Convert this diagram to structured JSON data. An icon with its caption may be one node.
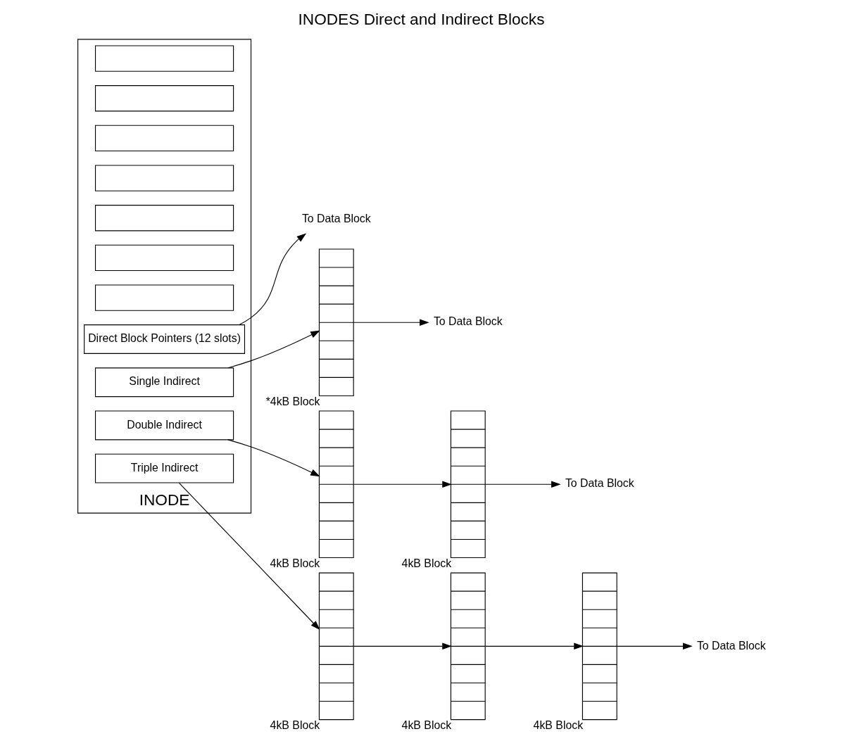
{
  "diagram": {
    "title": "INODES Direct and Indirect Blocks",
    "nodes": [
      {
        "text": [
          "INODE"
        ]
      },
      {
        "text": [],
        "shape": "box",
        "in": 0
      },
      {
        "text": [],
        "shape": "box",
        "in": 0
      },
      {
        "text": [],
        "shape": "box",
        "in": 0
      },
      {
        "text": [],
        "shape": "box",
        "in": 0
      },
      {
        "text": [],
        "shape": "box",
        "in": 0
      },
      {
        "text": [],
        "shape": "box",
        "in": 0
      },
      {
        "text": [],
        "shape": "box",
        "in": 0
      },
      {
        "text": [
          "Direct Block Pointers (12 slots)"
        ],
        "in": 0
      },
      {
        "text": [
          "Single Indirect"
        ],
        "in": 0
      },
      {
        "text": [
          "Double Indirect"
        ],
        "in": 0
      },
      {
        "text": [
          "Triple Indirect"
        ],
        "in": 0
      },
      {
        "text": [
          "To Data Block"
        ]
      },
      {
        "text": [],
        "shape": "box",
        "beside": [
          "*4kB Block"
        ]
      },
      {
        "text": [
          "To Data Block"
        ]
      },
      {
        "text": [],
        "shape": "box",
        "beside": [
          "4kB Block"
        ]
      },
      {
        "text": [],
        "shape": "box",
        "beside": [
          "4kB Block"
        ]
      },
      {
        "text": [
          "To Data Block"
        ]
      },
      {
        "text": [],
        "shape": "box",
        "beside": [
          "4kB Block"
        ]
      },
      {
        "text": [],
        "shape": "box",
        "beside": [
          "4kB Block"
        ]
      },
      {
        "text": [],
        "shape": "box",
        "beside": [
          "4kB Block"
        ]
      },
      {
        "text": [
          "To Data Block"
        ]
      }
    ],
    "edges": [
      {
        "from": 8,
        "to": 12,
        "arrow": "to"
      },
      {
        "from": 9,
        "to": 13,
        "arrow": "to"
      },
      {
        "from": 13,
        "to": 14,
        "arrow": "to"
      },
      {
        "from": 10,
        "to": 15,
        "arrow": "to"
      },
      {
        "from": 15,
        "to": 16,
        "arrow": "to"
      },
      {
        "from": 16,
        "to": 17,
        "arrow": "to"
      },
      {
        "from": 11,
        "to": 18,
        "arrow": "to"
      },
      {
        "from": 18,
        "to": 19,
        "arrow": "to"
      },
      {
        "from": 19,
        "to": 20,
        "arrow": "to"
      },
      {
        "from": 20,
        "to": 21,
        "arrow": "to"
      }
    ]
  }
}
